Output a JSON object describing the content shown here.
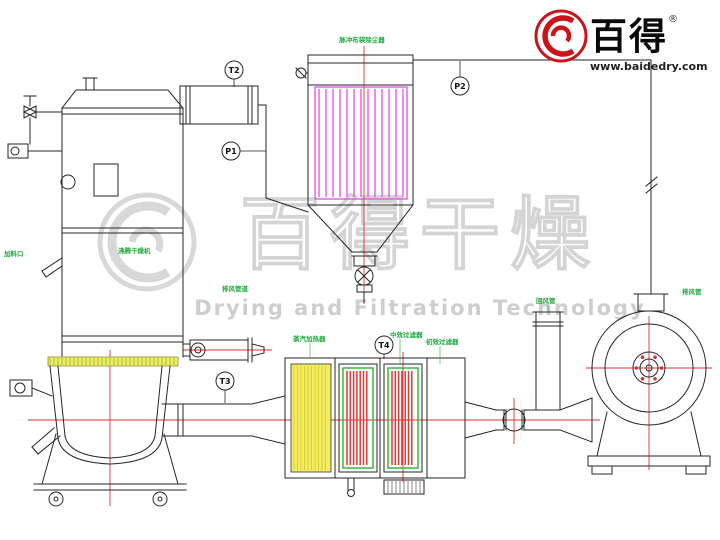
{
  "brand": {
    "name": "百得",
    "reg": "®",
    "website": "www.baidedry.com"
  },
  "watermark": {
    "cn": "百得干燥",
    "en": "Drying and Filtration Technology"
  },
  "instruments": {
    "t2": "T2",
    "p1": "P1",
    "p2": "P2",
    "t3": "T3",
    "t4": "T4"
  },
  "labels": {
    "feed_port": "加料口",
    "dryer": "沸腾干燥机",
    "exhaust_duct": "排风管道",
    "bag_filter": "脉冲布袋除尘器",
    "heater": "蒸汽加热器",
    "mid_filter": "中效过滤器",
    "pre_filter": "初效过滤器",
    "return_duct": "回风管",
    "outlet_duct": "排风管"
  },
  "colors": {
    "brand_red": "#cc1418",
    "centerline_red": "#e03030",
    "bag_magenta": "#e63ce6",
    "frame_green": "#28b52e",
    "heater_yellow": "#f4ec62",
    "label_green": "#1faa3c"
  }
}
